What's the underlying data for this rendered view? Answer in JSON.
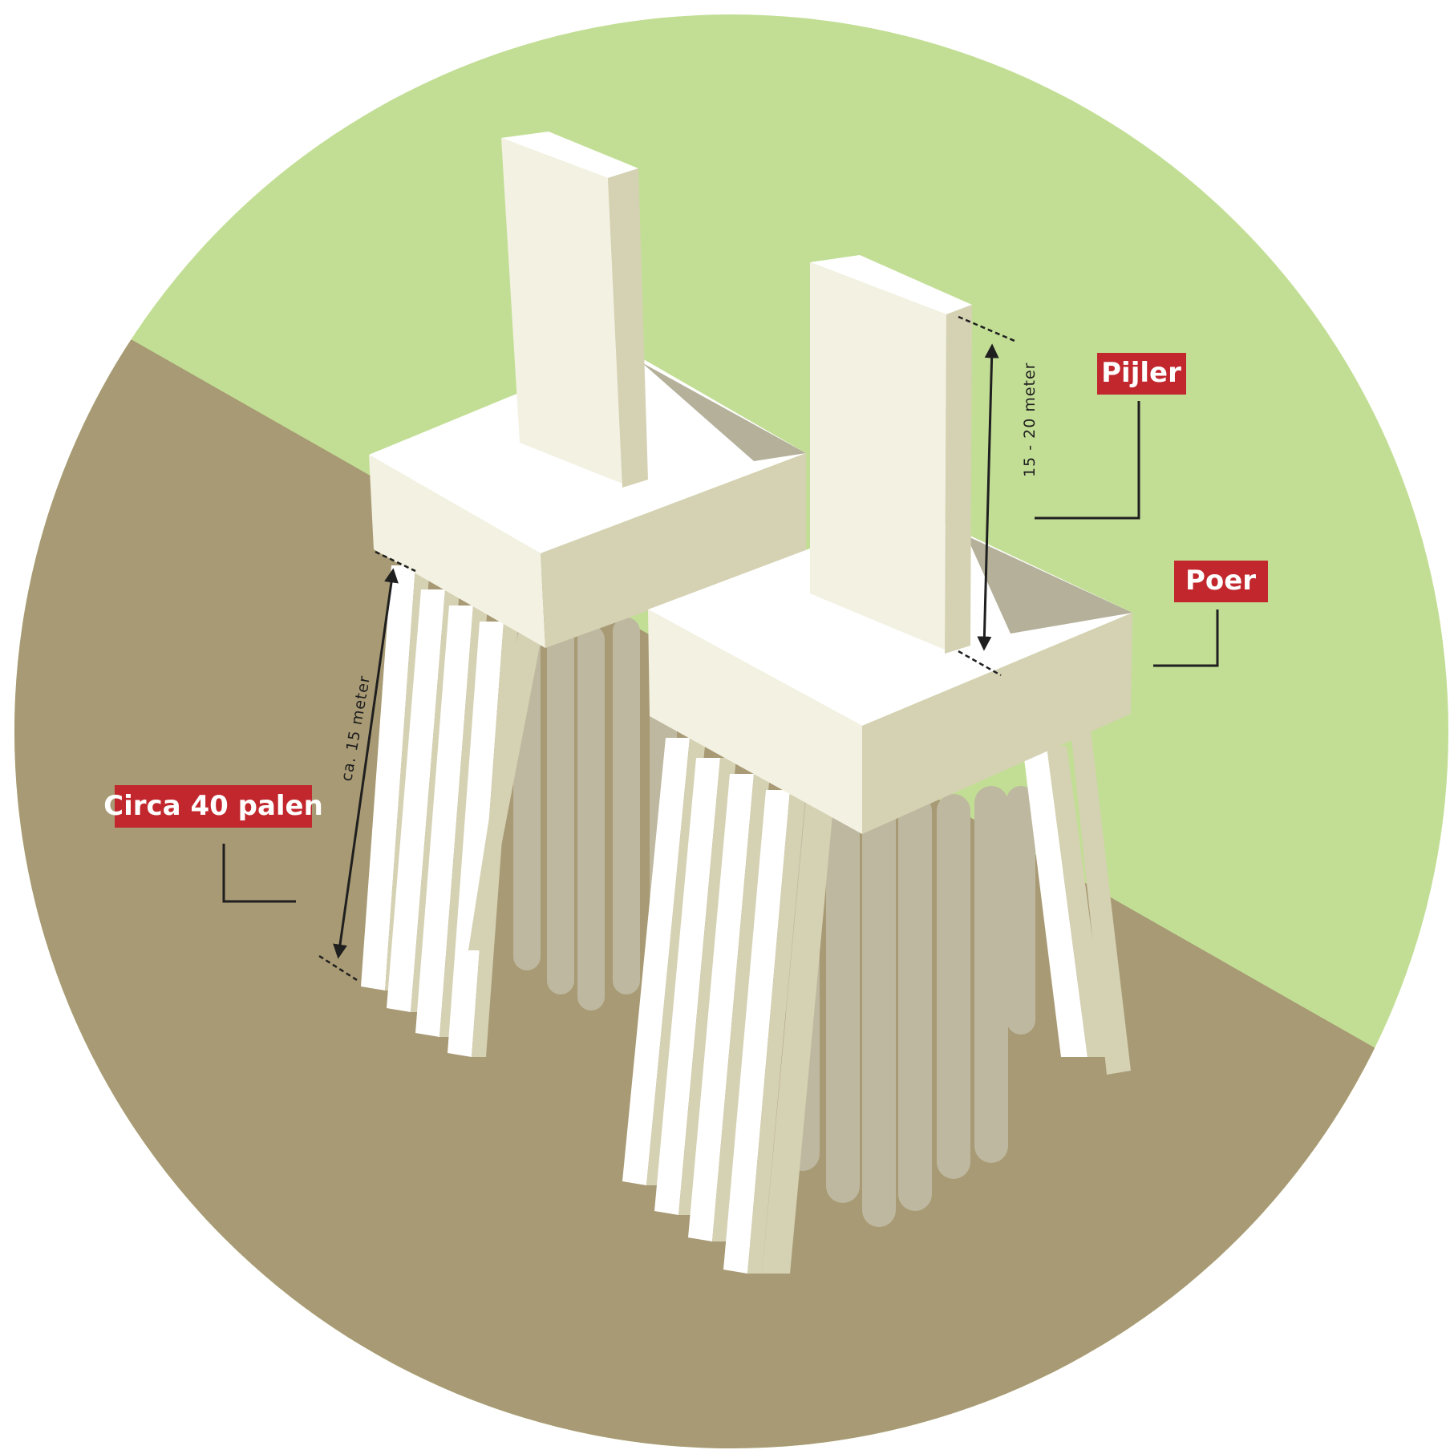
{
  "labels": {
    "pijler": "Pijler",
    "poer": "Poer",
    "palen": "Circa 40 palen"
  },
  "dimensions": {
    "pillar_height": "15 - 20 meter",
    "pile_length": "ca. 15 meter"
  },
  "colors": {
    "sky": "#c2de95",
    "ground": "#a89a74",
    "concrete_light": "#f3f1e2",
    "concrete_mid": "#d5d1b3",
    "pile_shadow": "#bdb89f",
    "label_red": "#c1272d",
    "line": "#1f1f1f"
  }
}
